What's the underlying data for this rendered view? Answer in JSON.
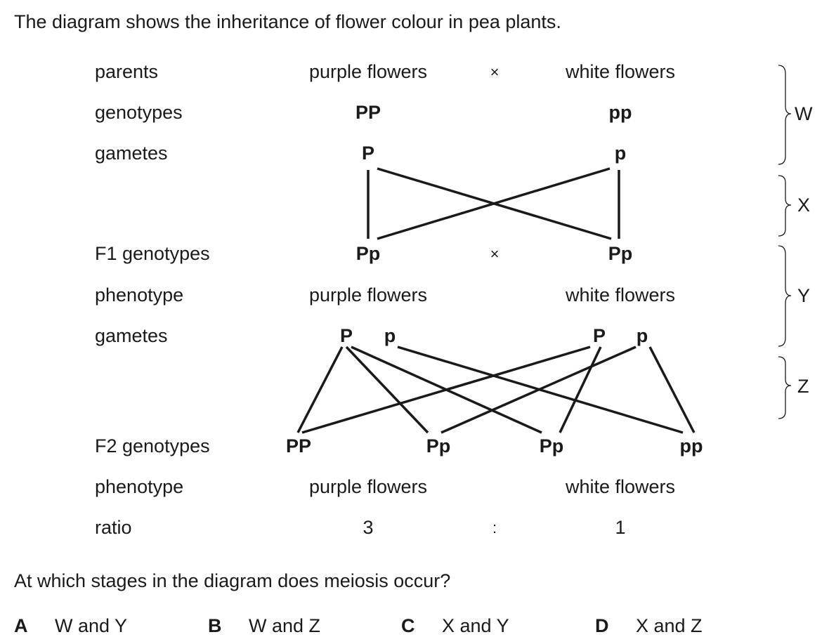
{
  "intro": "The diagram shows the inheritance of flower colour in pea plants.",
  "rows": {
    "parents": {
      "label": "parents",
      "left": "purple flowers",
      "cross": "×",
      "right": "white flowers"
    },
    "genotypes": {
      "label": "genotypes",
      "left": "PP",
      "right": "pp"
    },
    "gametes1": {
      "label": "gametes",
      "left": "P",
      "right": "p"
    },
    "f1": {
      "label": "F1 genotypes",
      "left": "Pp",
      "cross": "×",
      "right": "Pp"
    },
    "phenotype1": {
      "label": "phenotype",
      "left": "purple flowers",
      "right": "white flowers"
    },
    "gametes2": {
      "label": "gametes",
      "g1": "P",
      "g2": "p",
      "g3": "P",
      "g4": "p"
    },
    "f2": {
      "label": "F2 genotypes",
      "c1": "PP",
      "c2": "Pp",
      "c3": "Pp",
      "c4": "pp"
    },
    "phenotype2": {
      "label": "phenotype",
      "left": "purple flowers",
      "right": "white flowers"
    },
    "ratio": {
      "label": "ratio",
      "left": "3",
      "sep": ":",
      "right": "1"
    }
  },
  "stages": {
    "w": "W",
    "x": "X",
    "y": "Y",
    "z": "Z"
  },
  "question": "At which stages in the diagram does meiosis occur?",
  "options": [
    {
      "letter": "A",
      "text": "W and Y"
    },
    {
      "letter": "B",
      "text": "W and Z"
    },
    {
      "letter": "C",
      "text": "X and Y"
    },
    {
      "letter": "D",
      "text": "X and Z"
    }
  ]
}
